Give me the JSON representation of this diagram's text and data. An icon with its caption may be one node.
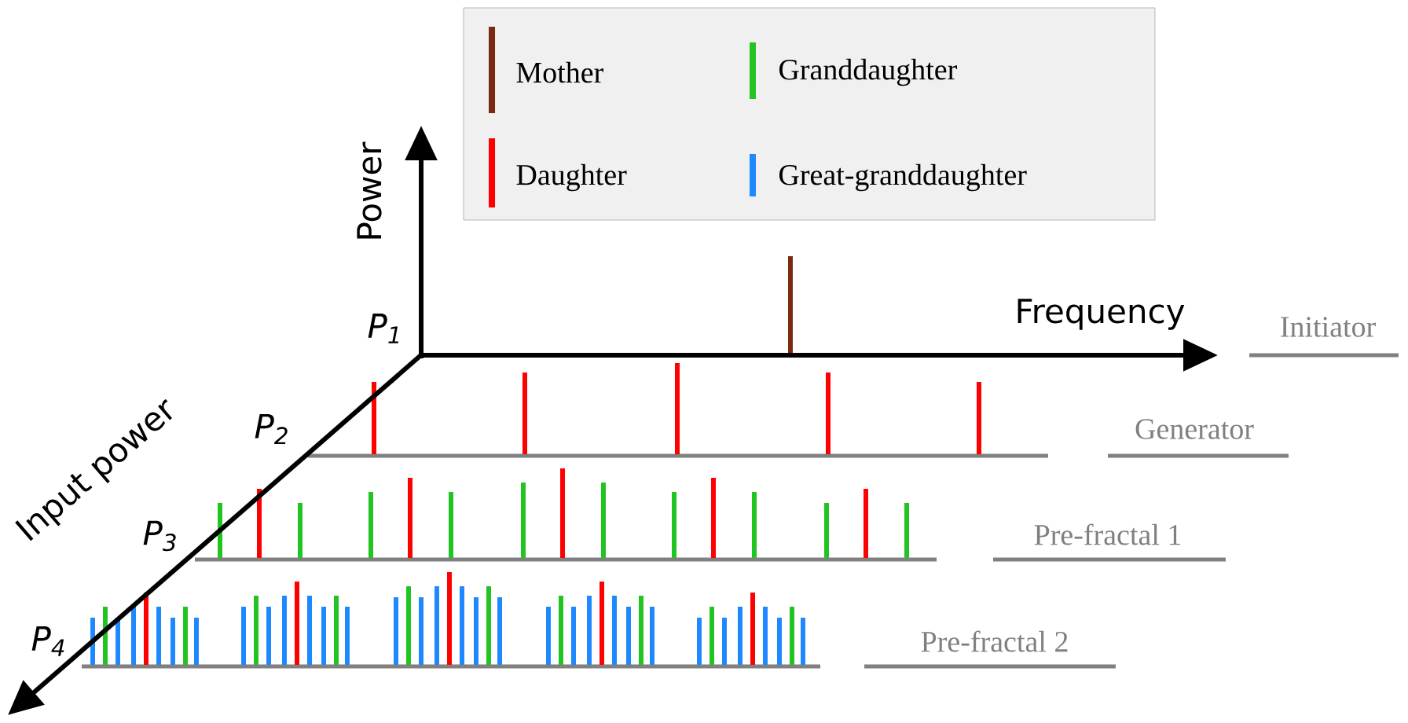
{
  "diagram": {
    "labels": [
      "Power",
      "Frequency",
      "Initiator",
      "*P*$_{1}$",
      "*P*$_{2}$",
      "Generator",
      "Input power",
      "*P*$_{3}$",
      "Pre-fractal 1",
      "*P*$_{4}$",
      "Pre-fractal 2"
    ],
    "legend": [
      {
        "text": "Mother",
        "color": "#7b2a12"
      },
      {
        "text": "Granddaughter",
        "color": "#22c422"
      },
      {
        "text": "Daughter",
        "color": "#ff0000"
      },
      {
        "text": "Great-granddaughter",
        "color": "#1e88ff"
      }
    ]
  }
}
